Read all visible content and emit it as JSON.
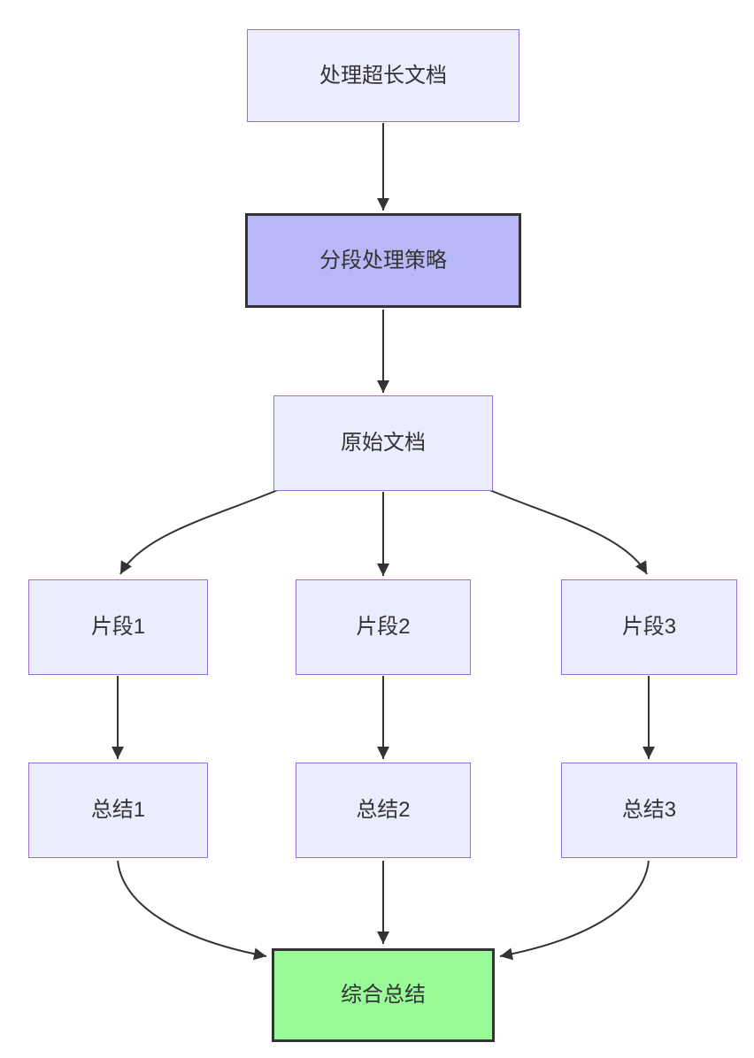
{
  "diagram": {
    "type": "flowchart",
    "direction": "top-down",
    "nodes": [
      {
        "id": "A",
        "label": "处理超长文档",
        "style": "default"
      },
      {
        "id": "B",
        "label": "分段处理策略",
        "style": "emphasis"
      },
      {
        "id": "C",
        "label": "原始文档",
        "style": "default"
      },
      {
        "id": "D",
        "label": "片段1",
        "style": "default"
      },
      {
        "id": "E",
        "label": "片段2",
        "style": "default"
      },
      {
        "id": "F",
        "label": "片段3",
        "style": "default"
      },
      {
        "id": "G",
        "label": "总结1",
        "style": "default"
      },
      {
        "id": "H",
        "label": "总结2",
        "style": "default"
      },
      {
        "id": "I",
        "label": "总结3",
        "style": "default"
      },
      {
        "id": "J",
        "label": "综合总结",
        "style": "success"
      }
    ],
    "edges": [
      {
        "from": "A",
        "to": "B"
      },
      {
        "from": "B",
        "to": "C"
      },
      {
        "from": "C",
        "to": "D"
      },
      {
        "from": "C",
        "to": "E"
      },
      {
        "from": "C",
        "to": "F"
      },
      {
        "from": "D",
        "to": "G"
      },
      {
        "from": "E",
        "to": "H"
      },
      {
        "from": "F",
        "to": "I"
      },
      {
        "from": "G",
        "to": "J"
      },
      {
        "from": "H",
        "to": "J"
      },
      {
        "from": "I",
        "to": "J"
      }
    ],
    "colors": {
      "background": "#ffffff",
      "node_fill": "#ECECFF",
      "node_border": "#9370DB",
      "emphasis_fill": "#B8B8F8",
      "emphasis_border": "#333333",
      "success_fill": "#98FB98",
      "success_border": "#333333",
      "edge_color": "#333333",
      "text_color": "#333333"
    }
  }
}
